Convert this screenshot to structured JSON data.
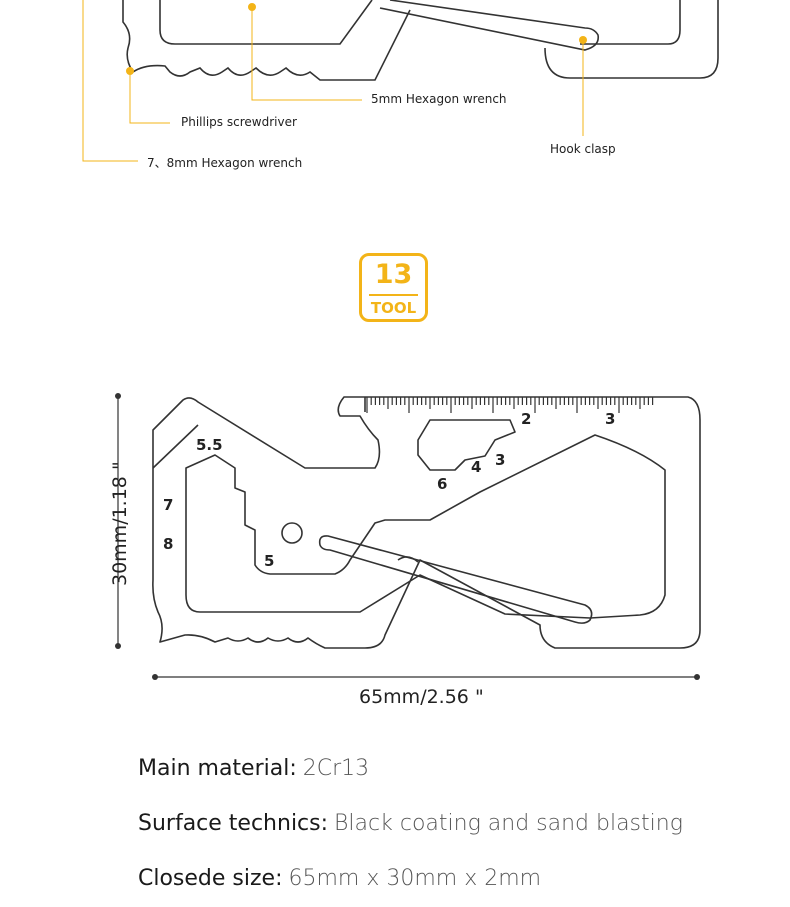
{
  "callouts": {
    "hex5": "5mm Hexagon wrench",
    "phillips": "Phillips screwdriver",
    "hex78": "7、8mm Hexagon wrench",
    "hook": "Hook clasp"
  },
  "badge": {
    "number": "13",
    "text": "TOOL"
  },
  "diagram_labels": {
    "s55": "5.5",
    "s7": "7",
    "s8": "8",
    "s5": "5",
    "s6": "6",
    "s4": "4",
    "s3": "3",
    "r2": "2",
    "r3": "3"
  },
  "dimensions": {
    "height": "30mm/1.18 \"",
    "width": "65mm/2.56 \""
  },
  "specs": [
    {
      "key": "Main material:",
      "value": "2Cr13"
    },
    {
      "key": "Surface technics:",
      "value": "Black coating and sand blasting"
    },
    {
      "key": "Closede size:",
      "value": "65mm x 30mm x 2mm"
    }
  ],
  "colors": {
    "accent": "#f3b418",
    "line": "#333333"
  }
}
